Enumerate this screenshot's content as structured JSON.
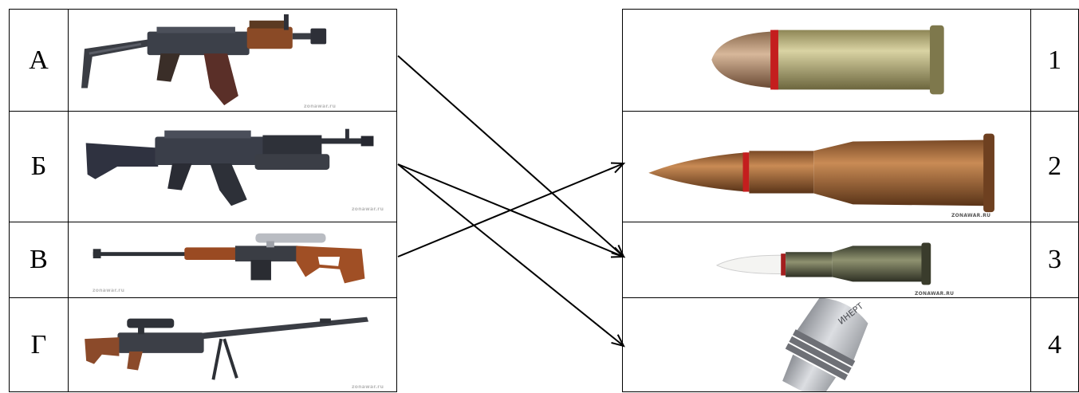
{
  "left_labels": [
    "А",
    "Б",
    "В",
    "Г"
  ],
  "right_labels": [
    "1",
    "2",
    "3",
    "4"
  ],
  "left_images": [
    {
      "icon": "aks74u-rifle-icon",
      "watermark": "zonawar.ru"
    },
    {
      "icon": "ak-with-grenade-launcher-icon",
      "watermark": "zonawar.ru"
    },
    {
      "icon": "dragunov-sniper-rifle-icon",
      "watermark": "zonawar.ru"
    },
    {
      "icon": "large-caliber-sniper-rifle-icon",
      "watermark": "zonawar.ru"
    }
  ],
  "right_images": [
    {
      "icon": "pistol-cartridge-icon",
      "watermark": ""
    },
    {
      "icon": "rifle-cartridge-icon",
      "watermark": "ZONAWAR.RU"
    },
    {
      "icon": "large-caliber-cartridge-icon",
      "watermark": "ZONAWAR.RU"
    },
    {
      "icon": "grenade-round-icon",
      "watermark": "",
      "inscription": "ИНЕРТ"
    }
  ],
  "connections": [
    {
      "from": "А",
      "to": "3"
    },
    {
      "from": "Б",
      "to": "3"
    },
    {
      "from": "Б",
      "to": "4"
    },
    {
      "from": "В",
      "to": "2"
    }
  ],
  "colors": {
    "line": "#000000",
    "border": "#000000"
  }
}
